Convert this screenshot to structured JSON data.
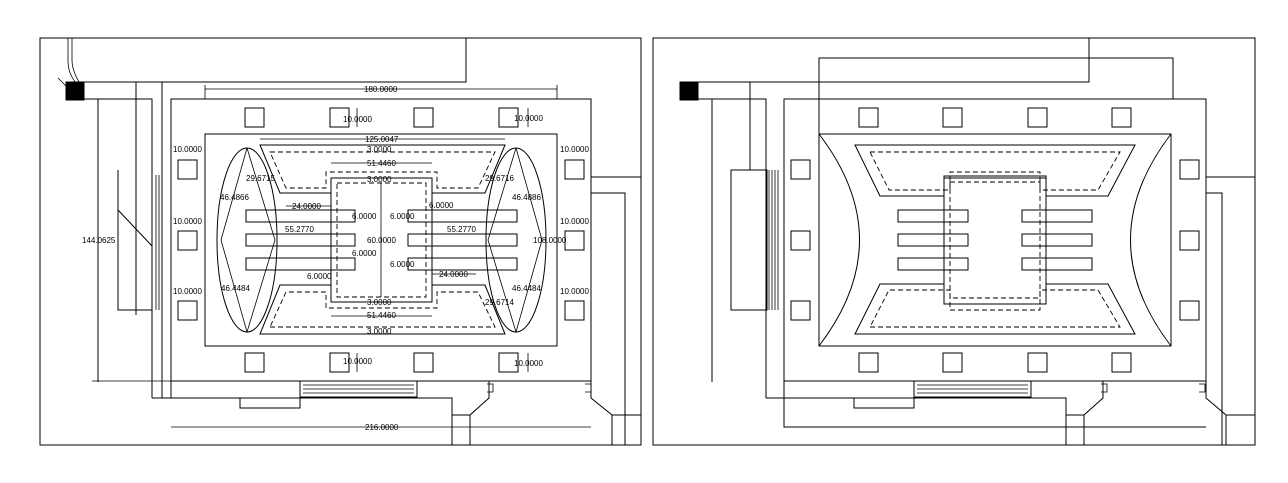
{
  "drawing": {
    "left_plan": {
      "overall_width": "180.0000",
      "bottom_width": "216.0000",
      "overall_height": "144.0625",
      "inner_width": "125.0047",
      "inner_width_2": "51.4460",
      "offset_small": "3.0000",
      "left_arc_label": "29.6715",
      "right_arc_label": "29.6716",
      "left_arc_lower": "29.6714",
      "ellipse_left_top": "46.4866",
      "ellipse_left_bottom": "46.4484",
      "ellipse_right_top": "46.4886",
      "ellipse_right_bottom": "46.4484",
      "bar_len_left": "55.2770",
      "bar_len_right": "55.2770",
      "bar_offset": "24.0000",
      "bar_gap": "6.0000",
      "center_height": "60.0000",
      "spacing_top": "10.0000",
      "spacing_side": "10.0000",
      "height_right": "108.0000"
    }
  }
}
